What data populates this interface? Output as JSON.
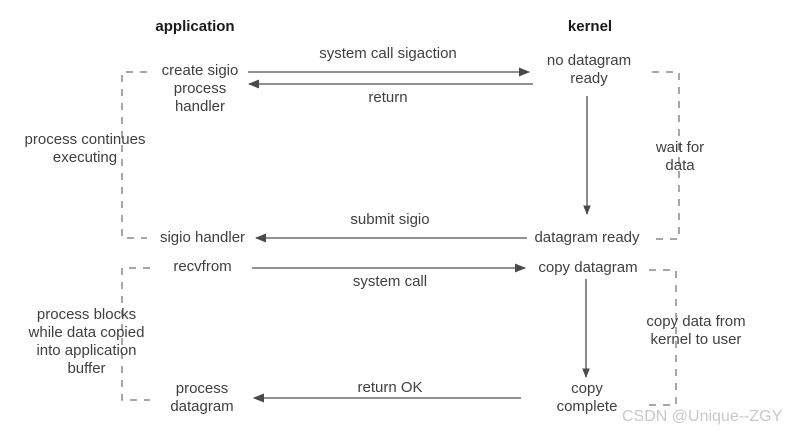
{
  "diagram": {
    "title_application": "application",
    "title_kernel": "kernel",
    "columns": {
      "application_label": "application",
      "kernel_label": "kernel"
    },
    "application_steps": [
      {
        "id": "create-sigio",
        "text": "create sigio\nprocess\nhandler"
      },
      {
        "id": "sigio-handler",
        "text": "sigio handler"
      },
      {
        "id": "recvfrom",
        "text": "recvfrom"
      },
      {
        "id": "process-datagram",
        "text": "process\ndatagram"
      }
    ],
    "kernel_steps": [
      {
        "id": "no-datagram-ready",
        "text": "no datagram\nready"
      },
      {
        "id": "datagram-ready",
        "text": "datagram ready"
      },
      {
        "id": "copy-datagram",
        "text": "copy datagram"
      },
      {
        "id": "copy-complete",
        "text": "copy\ncomplete"
      }
    ],
    "arrow_labels": [
      {
        "id": "system-call-sigaction",
        "text": "system call sigaction",
        "direction": "right"
      },
      {
        "id": "return",
        "text": "return",
        "direction": "left"
      },
      {
        "id": "submit-sigio",
        "text": "submit sigio",
        "direction": "left"
      },
      {
        "id": "system-call",
        "text": "system call",
        "direction": "right"
      },
      {
        "id": "return-ok",
        "text": "return OK",
        "direction": "left"
      }
    ],
    "brace_annotations": [
      {
        "id": "process-continues-executing",
        "text": "process continues\nexecuting",
        "side": "left"
      },
      {
        "id": "process-blocks",
        "text": "process blocks\nwhile data copied\ninto application\nbuffer",
        "side": "left"
      },
      {
        "id": "wait-for-data",
        "text": "wait for\ndata",
        "side": "right"
      },
      {
        "id": "copy-data-from-kernel-to-user",
        "text": "copy data from\nkernel to user",
        "side": "right"
      }
    ],
    "watermark": "CSDN @Unique--ZGY",
    "colors": {
      "line": "#6e6e6e",
      "dashed": "#8a8a8a",
      "text": "#3f3f3f",
      "header": "#1a1a1a",
      "watermark": "#c8c8c8",
      "background": "#ffffff"
    }
  }
}
